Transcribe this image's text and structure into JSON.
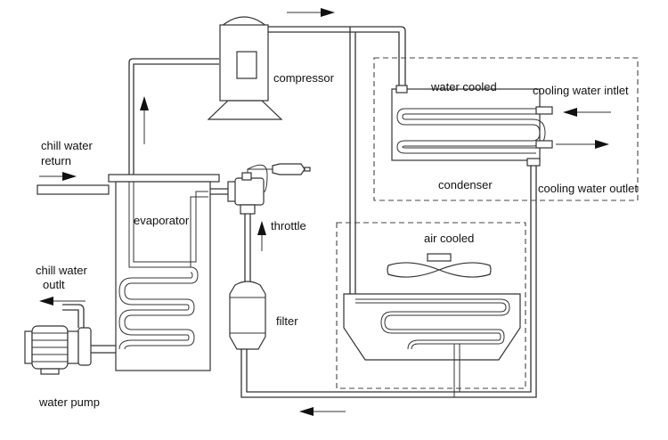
{
  "labels": {
    "compressor": "compressor",
    "water_cooled": "water cooled",
    "cooling_water_inlet": "cooling water intlet",
    "cooling_water_outlet": "cooling water outlet",
    "condenser": "condenser",
    "air_cooled": "air cooled",
    "chill_water_return_1": "chill water",
    "chill_water_return_2": "return",
    "evaporator": "evaporator",
    "throttle": "throttle",
    "chill_water_outlet_1": "chill water",
    "chill_water_outlet_2": "outlt",
    "filter": "filter",
    "water_pump": "water pump"
  },
  "icons": [
    "compressor-icon",
    "condenser-coil-icon",
    "fan-icon",
    "evaporator-coil-icon",
    "throttle-valve-icon",
    "filter-drier-icon",
    "water-pump-icon",
    "flow-arrow-icon"
  ]
}
